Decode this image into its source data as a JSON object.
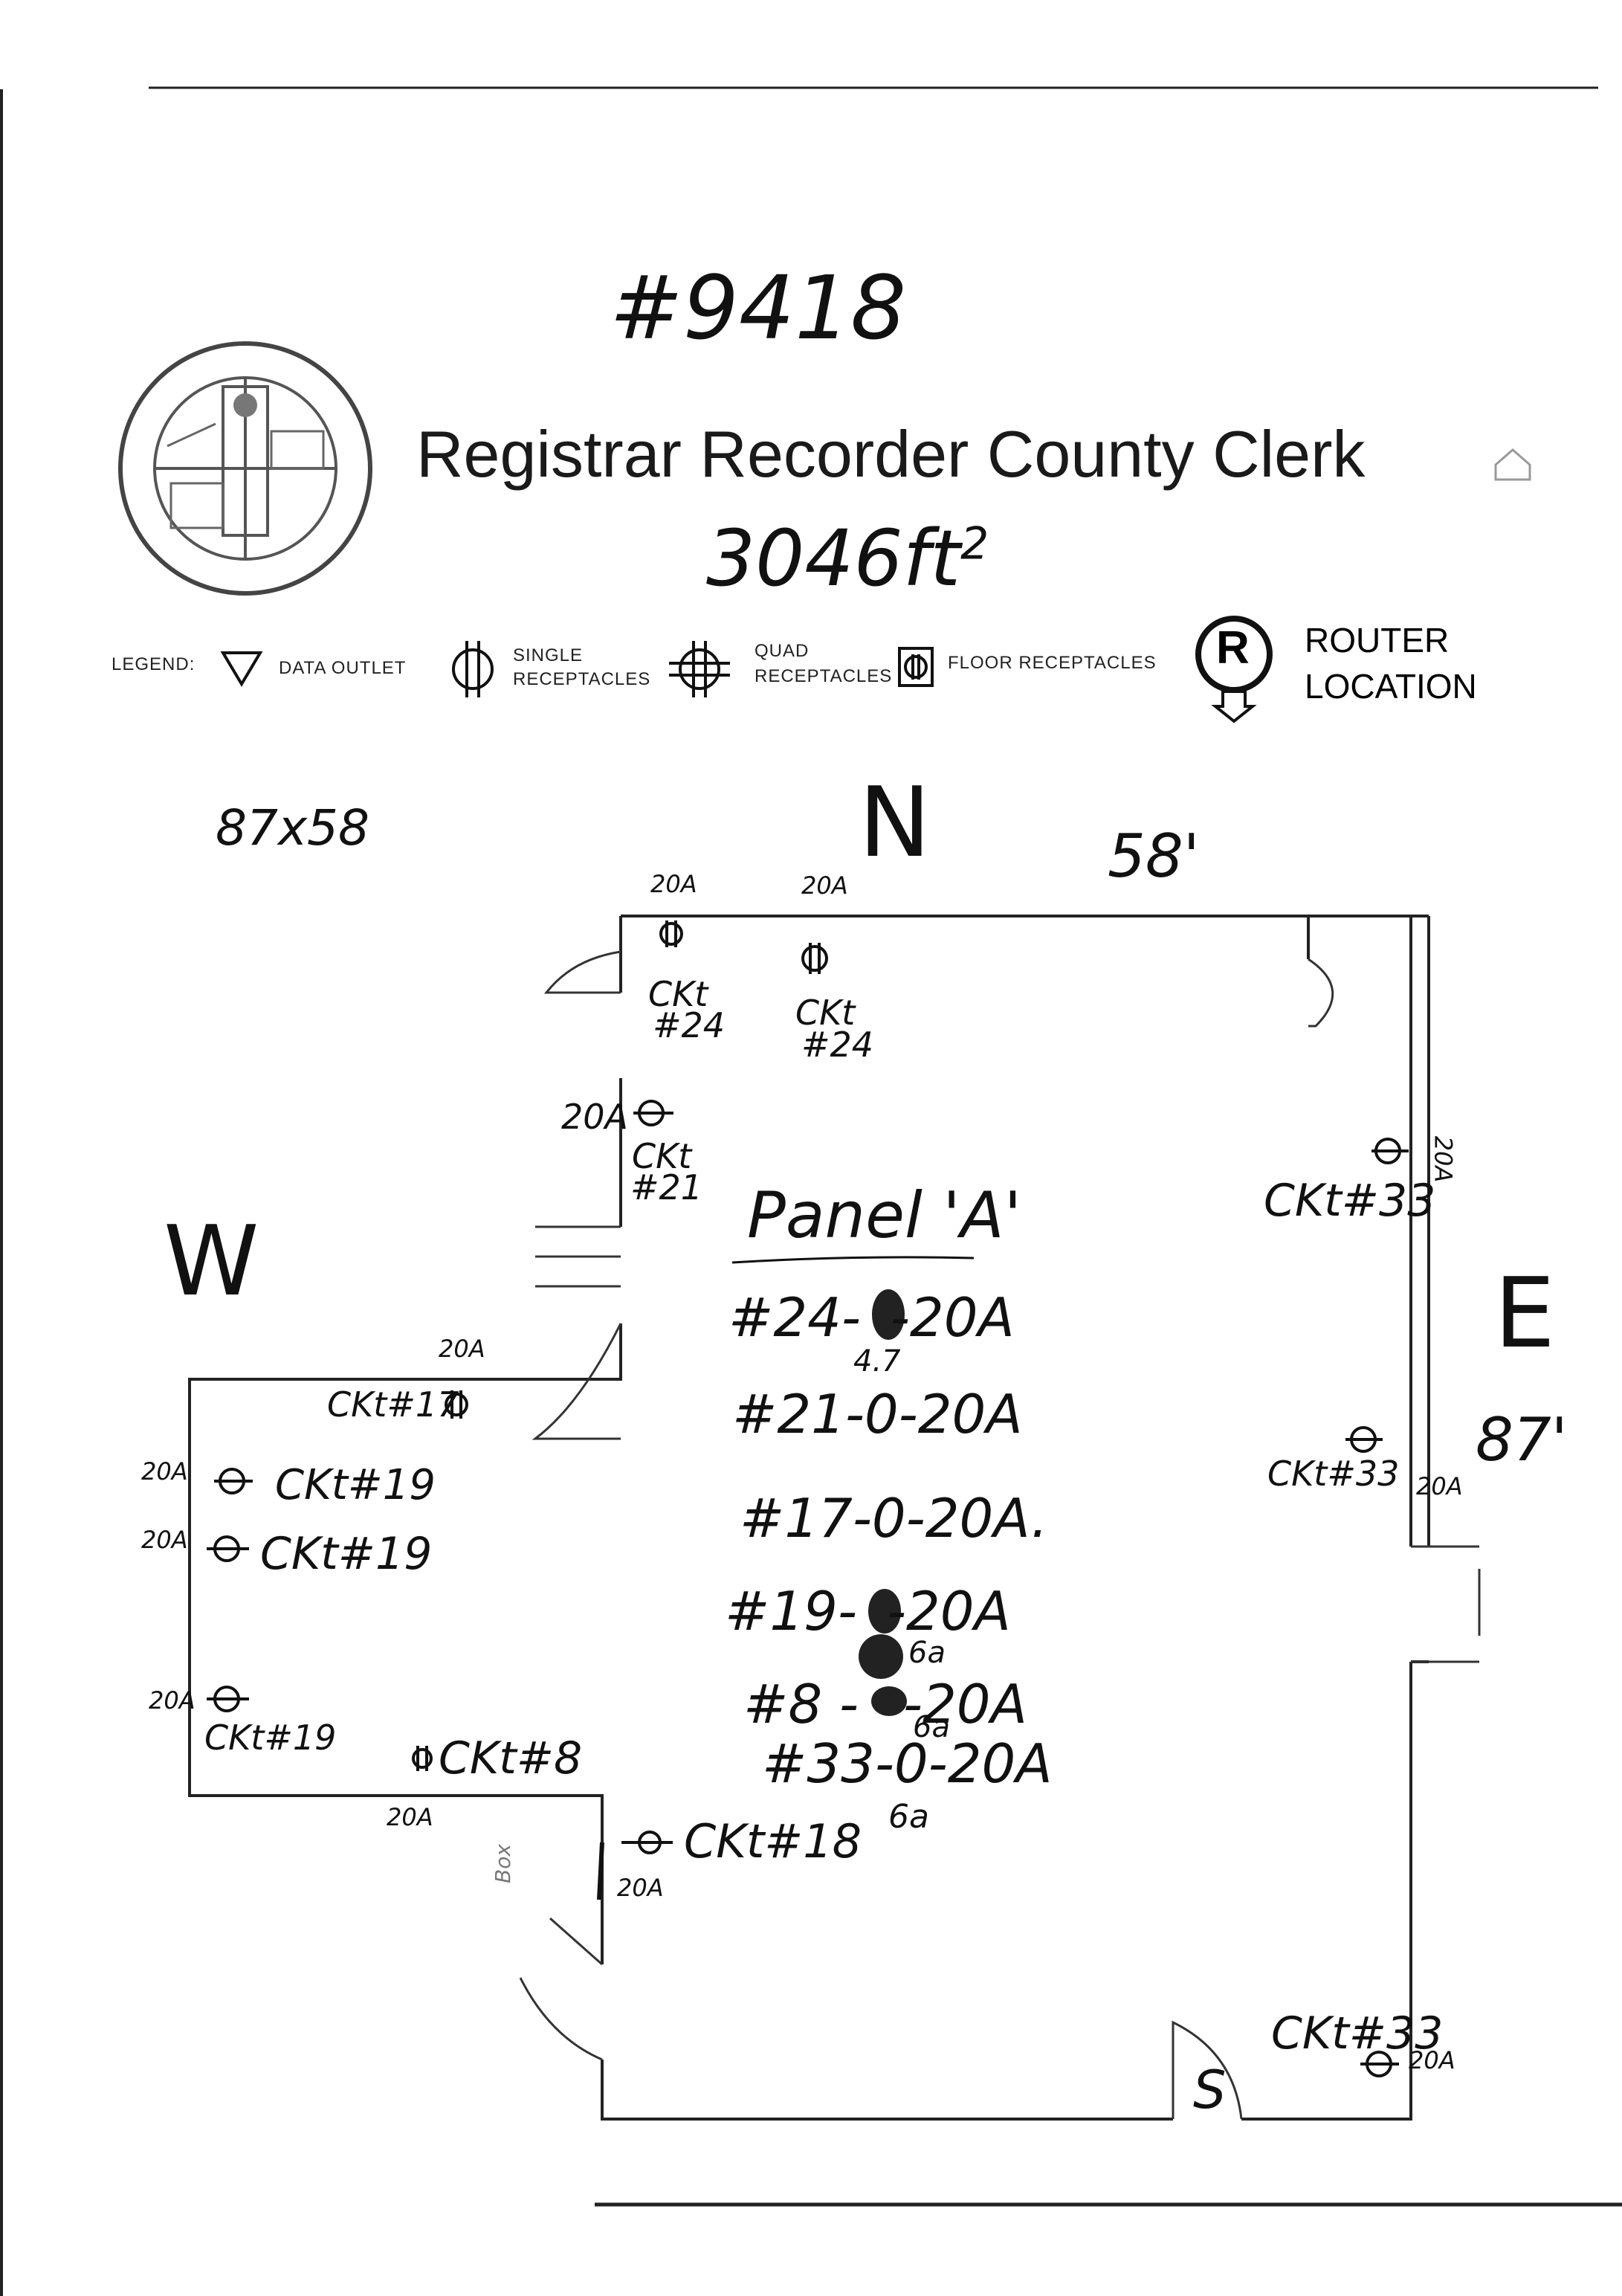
{
  "plan": {
    "number": "#9418",
    "agency_title": "Registrar Recorder County Clerk",
    "area_label": "3046ft",
    "area_unit_superscript": "2",
    "dimensions_note": "87x58",
    "width_note": "58'",
    "depth_note": "87'"
  },
  "legend": {
    "label": "LEGEND:",
    "items": [
      {
        "label": "DATA OUTLET",
        "symbol": "triangle"
      },
      {
        "label_line1": "SINGLE",
        "label_line2": "RECEPTACLES",
        "symbol": "single-receptacle"
      },
      {
        "label_line1": "QUAD",
        "label_line2": "RECEPTACLES",
        "symbol": "quad-receptacle"
      },
      {
        "label": "FLOOR RECEPTACLES",
        "symbol": "floor-receptacle"
      }
    ],
    "router": {
      "glyph": "R",
      "line1": "ROUTER",
      "line2": "LOCATION"
    }
  },
  "compass": {
    "north": "N",
    "south": "S",
    "east": "E",
    "west": "W"
  },
  "panel": {
    "title": "Panel 'A'",
    "entries": [
      {
        "text": "#24-",
        "tail": "-20A",
        "note": "4.7"
      },
      {
        "text": "#21-0-20A"
      },
      {
        "text": "#17-0-20A."
      },
      {
        "text": "#19-",
        "tail": "-20A",
        "note": "6a"
      },
      {
        "text": "#8 -",
        "tail": "-20A",
        "note": "6a"
      },
      {
        "text": "#33-0-20A",
        "note": "6a"
      }
    ]
  },
  "annotations": {
    "north_wall": [
      {
        "amps": "20A",
        "ckt": "CKt",
        "num": "#24"
      },
      {
        "amps": "20A",
        "ckt": "CKt",
        "num": "#24"
      }
    ],
    "west_upper": {
      "amps": "20A",
      "ckt": "CKt",
      "num": "#21"
    },
    "east_upper": {
      "amps": "20A",
      "ckt": "CKt#33"
    },
    "east_middle": {
      "amps": "20A",
      "ckt": "CKt#33"
    },
    "east_lower": {
      "amps": "20A",
      "ckt": "CKt#33"
    },
    "annex_top": {
      "amps": "20A",
      "ckt": "CKt#17"
    },
    "annex_left": [
      {
        "amps": "20A",
        "ckt": "CKt#19"
      },
      {
        "amps": "20A",
        "ckt": "CKt#19"
      },
      {
        "amps": "20A",
        "ckt": "CKt#19"
      }
    ],
    "annex_bottom": {
      "amps": "20A",
      "ckt": "CKt#8"
    },
    "lower_west": {
      "amps": "20A",
      "ckt": "CKt#18"
    },
    "box_note": "Box"
  }
}
